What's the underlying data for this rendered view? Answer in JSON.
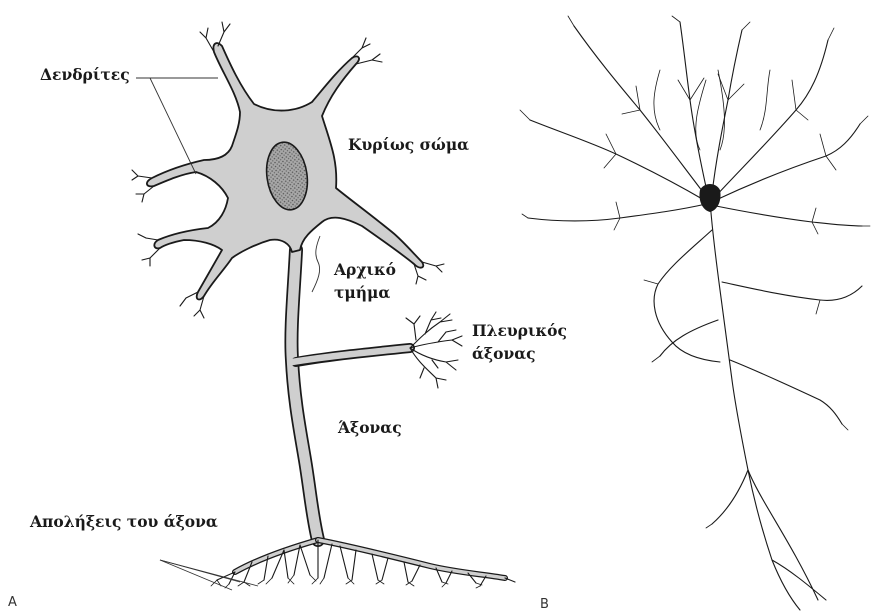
{
  "labels": {
    "dendrites": "Δενδρίτες",
    "cell_body": "Κυρίως σώμα",
    "initial_segment_line1": "Αρχικό",
    "initial_segment_line2": "τμήμα",
    "axon_collateral_line1": "Πλευρικός",
    "axon_collateral_line2": "άξονας",
    "axon": "Άξονας",
    "axon_terminals": "Απολήξεις του άξονα"
  },
  "panels": {
    "left": "A",
    "right": "B"
  },
  "colors": {
    "ink": "#1a1a1a",
    "cell_fill": "#cfcfcf",
    "nucleus_fill": "#8a8a8a",
    "background": "#ffffff"
  }
}
